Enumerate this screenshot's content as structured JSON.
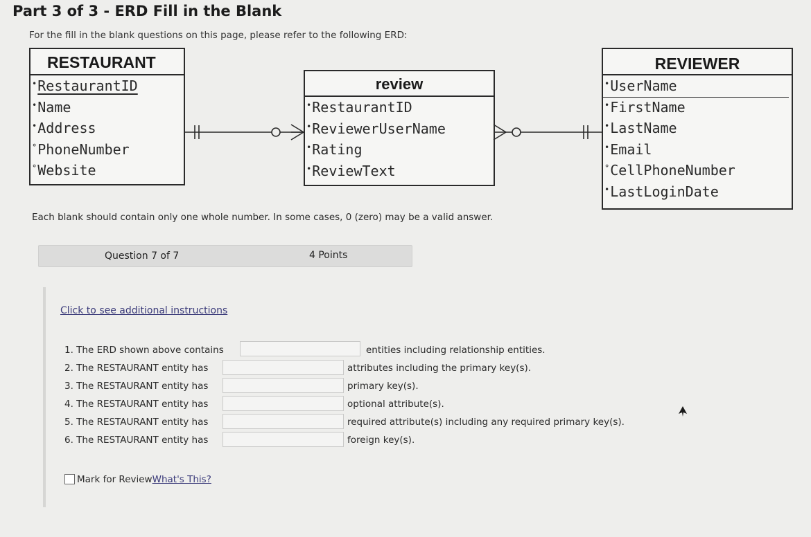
{
  "header": {
    "part_title": "Part 3 of 3 - ERD Fill in the Blank",
    "intro": "For the fill in the blank questions on this page, please refer to the following ERD:"
  },
  "erd": {
    "restaurant": {
      "name": "RESTAURANT",
      "attributes": [
        {
          "bullet": "•",
          "name": "RestaurantID"
        },
        {
          "bullet": "•",
          "name": "Name"
        },
        {
          "bullet": "•",
          "name": "Address"
        },
        {
          "bullet": "°",
          "name": "PhoneNumber"
        },
        {
          "bullet": "°",
          "name": "Website"
        }
      ]
    },
    "review": {
      "name": "review",
      "attributes": [
        {
          "bullet": "•",
          "name": "RestaurantID"
        },
        {
          "bullet": "•",
          "name": "ReviewerUserName"
        },
        {
          "bullet": "•",
          "name": "Rating"
        },
        {
          "bullet": "•",
          "name": "ReviewText"
        }
      ]
    },
    "reviewer": {
      "name": "REVIEWER",
      "attributes": [
        {
          "bullet": "•",
          "name": "UserName"
        },
        {
          "bullet": "•",
          "name": "FirstName"
        },
        {
          "bullet": "•",
          "name": "LastName"
        },
        {
          "bullet": "•",
          "name": "Email"
        },
        {
          "bullet": "°",
          "name": "CellPhoneNumber"
        },
        {
          "bullet": "•",
          "name": "LastLoginDate"
        }
      ]
    }
  },
  "note": "Each blank should contain only one whole number. In some cases, 0 (zero) may be a valid answer.",
  "question": {
    "number_label": "Question 7 of 7",
    "points_label": "4 Points",
    "instructions_link": "Click to see additional instructions",
    "items": [
      {
        "lead": "1. The ERD shown above contains",
        "value": "",
        "tail": "entities including relationship entities."
      },
      {
        "lead": "2. The RESTAURANT entity has",
        "value": "",
        "tail": "attributes including the primary key(s)."
      },
      {
        "lead": "3. The RESTAURANT entity has",
        "value": "",
        "tail": "primary key(s)."
      },
      {
        "lead": "4. The RESTAURANT entity has",
        "value": "",
        "tail": "optional attribute(s)."
      },
      {
        "lead": "5. The RESTAURANT entity has",
        "value": "",
        "tail": "required attribute(s) including any required primary key(s)."
      },
      {
        "lead": "6. The RESTAURANT entity has",
        "value": "",
        "tail": "foreign key(s)."
      }
    ],
    "mark_label": "Mark for Review",
    "whats_this": "What's This?"
  }
}
